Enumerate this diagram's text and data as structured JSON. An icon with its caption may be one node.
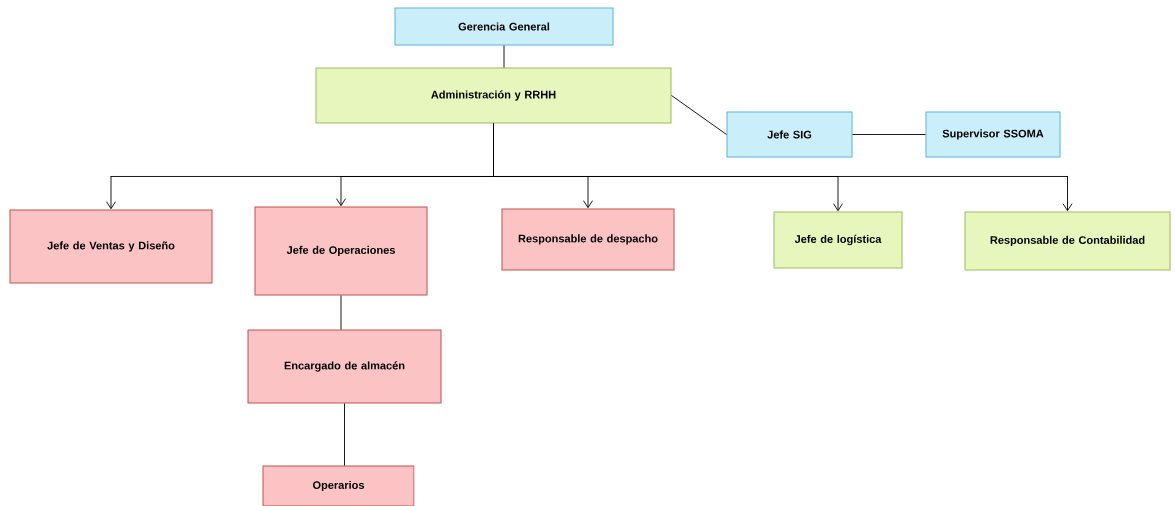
{
  "diagram": {
    "nodes": [
      {
        "text": [
          "Gerencia General"
        ]
      },
      {
        "text": [
          "Administración y RRHH"
        ]
      },
      {
        "text": [
          "Jefe SIG"
        ]
      },
      {
        "text": [
          "Supervisor SSOMA"
        ]
      },
      {
        "text": [
          "Jefe de Ventas y Diseño"
        ]
      },
      {
        "text": [
          "Jefe de Operaciones"
        ]
      },
      {
        "text": [
          "Responsable de despacho"
        ]
      },
      {
        "text": [
          "Jefe de logística"
        ]
      },
      {
        "text": [
          "Responsable de Contabilidad"
        ]
      },
      {
        "text": [
          "Encargado de almacén"
        ]
      },
      {
        "text": [
          "Operarios"
        ]
      }
    ],
    "edges": [
      {
        "from": 0,
        "to": 1,
        "arrow": "none"
      },
      {
        "from": 1,
        "to": 2,
        "arrow": "none"
      },
      {
        "from": 2,
        "to": 3,
        "arrow": "none"
      },
      {
        "from": 1,
        "to": 4,
        "arrow": "to"
      },
      {
        "from": 1,
        "to": 5,
        "arrow": "to"
      },
      {
        "from": 1,
        "to": 6,
        "arrow": "to"
      },
      {
        "from": 1,
        "to": 7,
        "arrow": "to"
      },
      {
        "from": 1,
        "to": 8,
        "arrow": "to"
      },
      {
        "from": 5,
        "to": 9,
        "arrow": "none"
      },
      {
        "from": 9,
        "to": 10,
        "arrow": "none"
      }
    ]
  }
}
